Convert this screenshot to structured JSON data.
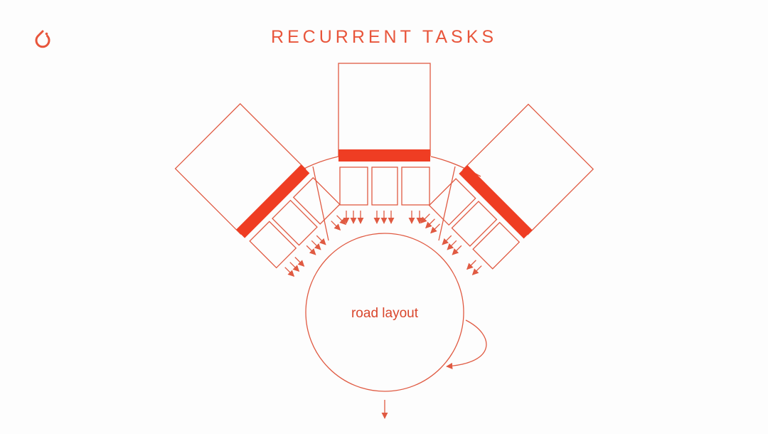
{
  "header": {
    "title": "RECURRENT TASKS"
  },
  "logo": {
    "icon": "pytorch-flame-icon"
  },
  "diagram": {
    "center_node": {
      "label": "road layout"
    },
    "branches": [
      "left",
      "center",
      "right"
    ],
    "colors": {
      "stroke": "#e05a42",
      "accent_bar": "#ef3d23",
      "text": "#d9462c"
    }
  }
}
